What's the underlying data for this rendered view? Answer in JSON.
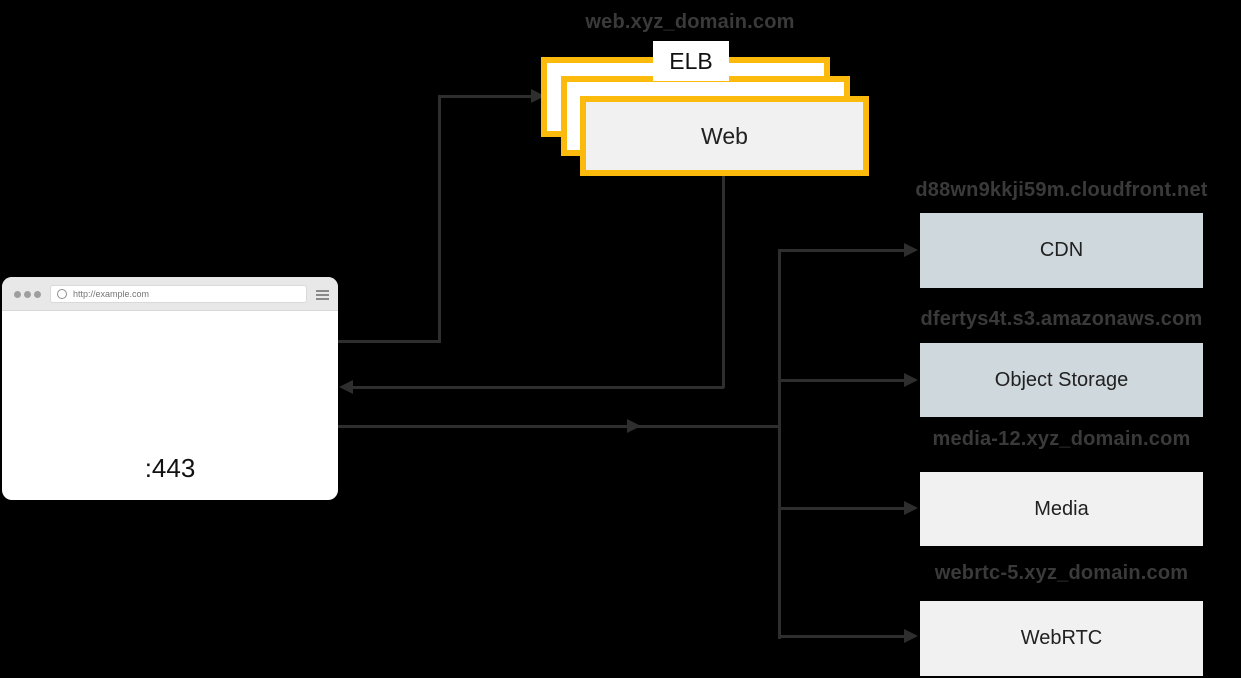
{
  "colors": {
    "bg": "#000000",
    "line": "#2e2e2e",
    "accent": "#FCBA0C",
    "domain_text": "#3a3a3a",
    "blue_box": "#CFD8DC",
    "light_box": "#F1F1F1",
    "box_text": "#212121",
    "chrome_bg": "#E8E8E8",
    "chrome_dot": "#9E9E9E",
    "url_text": "#757575"
  },
  "client": {
    "url": "http://example.com",
    "port_label": ":443"
  },
  "web_tier": {
    "domain": "web.xyz_domain.com",
    "lb_label": "ELB",
    "server_label": "Web"
  },
  "services": [
    {
      "domain": "d88wn9kkji59m.cloudfront.net",
      "label": "CDN"
    },
    {
      "domain": "dfertys4t.s3.amazonaws.com",
      "label": "Object Storage"
    },
    {
      "domain": "media-12.xyz_domain.com",
      "label": "Media"
    },
    {
      "domain": "webrtc-5.xyz_domain.com",
      "label": "WebRTC"
    }
  ]
}
